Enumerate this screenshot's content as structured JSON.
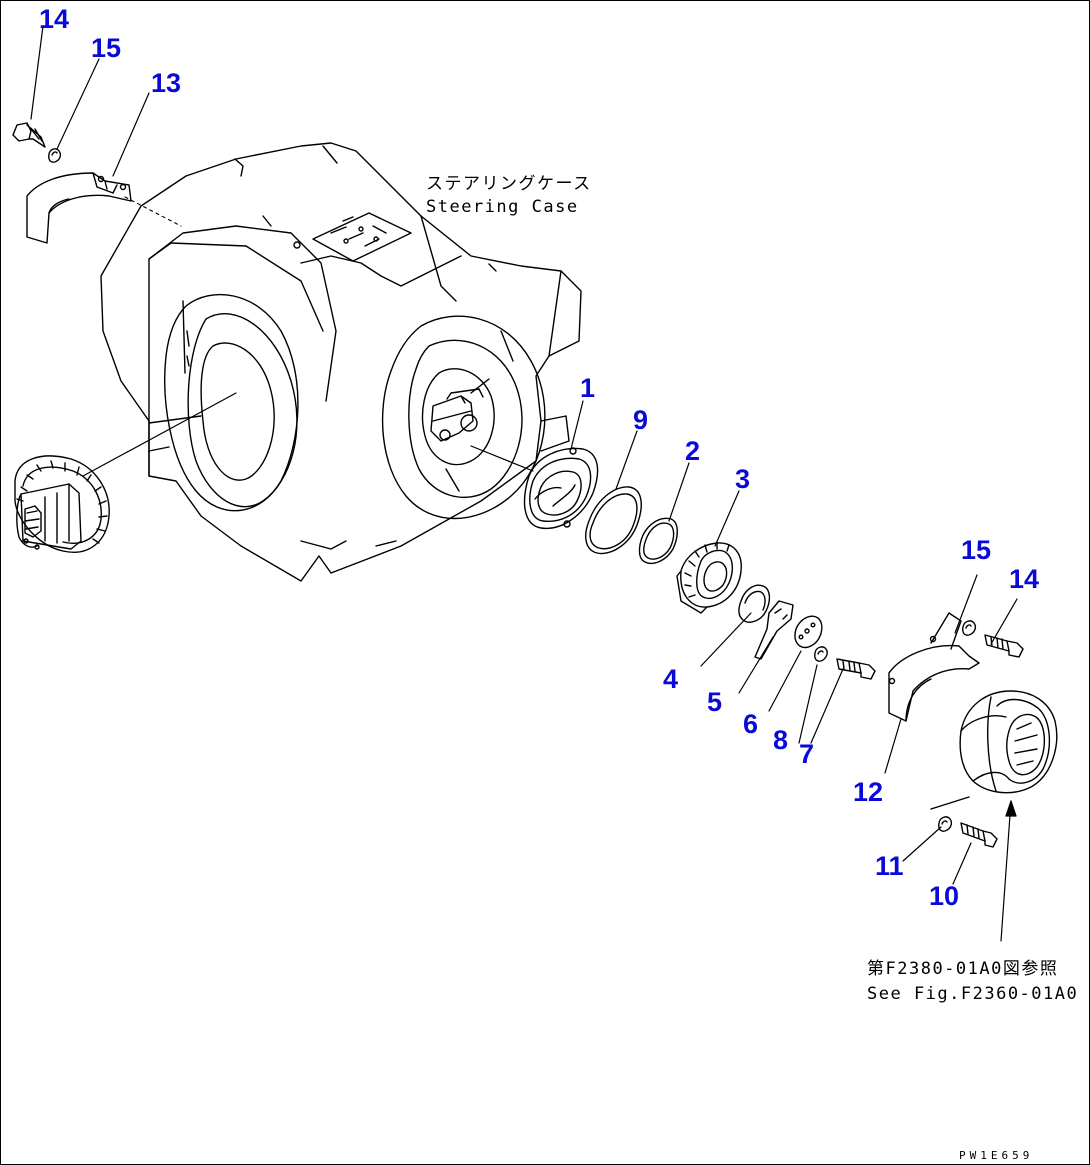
{
  "callout_color": "#0a0ad8",
  "line_color": "#000000",
  "notes": {
    "case_jp": "ステアリングケース",
    "case_en": "Steering Case",
    "ref_jp": "第F2380-01A0図参照",
    "ref_en": "See Fig.F2360-01A0"
  },
  "callouts": {
    "c14a": "14",
    "c15a": "15",
    "c13": "13",
    "c1": "1",
    "c9": "9",
    "c2": "2",
    "c3": "3",
    "c4": "4",
    "c5": "5",
    "c6": "6",
    "c8": "8",
    "c7": "7",
    "c15b": "15",
    "c14b": "14",
    "c12": "12",
    "c11": "11",
    "c10": "10"
  },
  "drawing_code": "PW1E659"
}
